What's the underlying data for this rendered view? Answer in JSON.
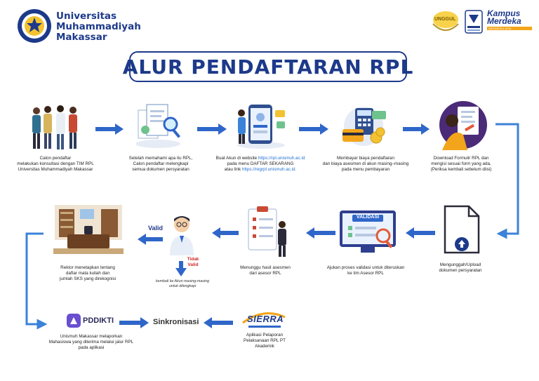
{
  "header": {
    "university_lines": [
      "Universitas",
      "Muhammadiyah",
      "Makassar"
    ],
    "logo_unggul_text": "UNGGUL",
    "logo_km_lines": [
      "Kampus",
      "Merdeka"
    ],
    "logo_km_sub": "INDONESIA JAYA"
  },
  "title": "ALUR PENDAFTARAN RPL",
  "steps": {
    "s1": [
      "Calon pendaftar",
      "melakukan konsultasi dengan TIM RPL",
      "Universitas Muhammadiyah Makassar"
    ],
    "s2": [
      "Setelah memahami apa itu RPL,",
      "Calon pendaftar melengkapi",
      "semua dokumen persyaratan"
    ],
    "s3": {
      "l1a": "Buat Akun di website ",
      "l1link": "https://rpl.unismuh.ac.id",
      "l2": "pada menu DAFTAR SEKARANG",
      "l3a": "atau link ",
      "l3link": "https://regrpl.unismuh.ac.id."
    },
    "s4": [
      "Membayar biaya pendaftaran",
      "dan biaya asesmen di akun masing–masing",
      "pada menu pembayaran"
    ],
    "s5": [
      "Download Formulir RPL dan",
      "mengisi sesuai form yang ada,",
      "(Periksa kembali sebelum diisi)"
    ],
    "s6": [
      "Mengunggah/Upload",
      "dokumen persyaratan"
    ],
    "s7": [
      "Ajukan proses validasi untuk diteruskan",
      "ke tim Asesor RPL"
    ],
    "s8": [
      "Menunggu hasil asesmen",
      "dari asesor RPL"
    ],
    "s10": [
      "Rektor menetapkan tentang",
      "daftar mata kuliah dan",
      "jumlah SKS yang direkognisi"
    ],
    "s11": [
      "Unismuh Makassar melaporkan",
      "Mahasiswa yang diterima melalui jalur RPL",
      "pada aplikasi"
    ],
    "s12": [
      "Aplikasi Pelaporan",
      "Pelaksanaan RPL PT",
      "Akademik"
    ]
  },
  "labels": {
    "valid": "Valid",
    "tidak_valid": [
      "Tidak",
      "Valid"
    ],
    "tidak_note": [
      "kembali ke Akun masing-masing",
      "untuk dilengkapi"
    ],
    "sinkronisasi": "Sinkronisasi",
    "validasi": "VALIDASI",
    "pddikti": "PDDIKTI",
    "sierra": "SIERRA"
  },
  "colors": {
    "brand_blue": "#1d3a8a",
    "arrow_blue": "#2f66c9",
    "line_blue": "#3b82d9",
    "invalid_red": "#d22525",
    "link_blue": "#1f6fd1"
  }
}
